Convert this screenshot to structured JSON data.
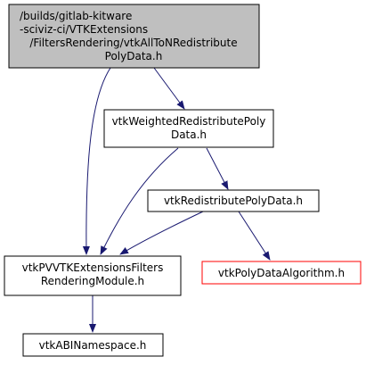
{
  "colors": {
    "edge": "#191970",
    "border": "#000000",
    "missing_border": "#ff0000",
    "root_fill": "#bfbfbf",
    "node_fill": "#ffffff"
  },
  "nodes": {
    "root": {
      "lines": [
        "/builds/gitlab-kitware",
        "-sciviz-ci/VTKExtensions",
        "/FiltersRendering/vtkAllToNRedistribute",
        "PolyData.h"
      ]
    },
    "weighted": {
      "lines": [
        "vtkWeightedRedistributePoly",
        "Data.h"
      ]
    },
    "redistribute": {
      "lines": [
        "vtkRedistributePolyData.h"
      ]
    },
    "module": {
      "lines": [
        "vtkPVVTKExtensionsFilters",
        "RenderingModule.h"
      ]
    },
    "polyalgo": {
      "lines": [
        "vtkPolyDataAlgorithm.h"
      ]
    },
    "abi": {
      "lines": [
        "vtkABINamespace.h"
      ]
    }
  }
}
